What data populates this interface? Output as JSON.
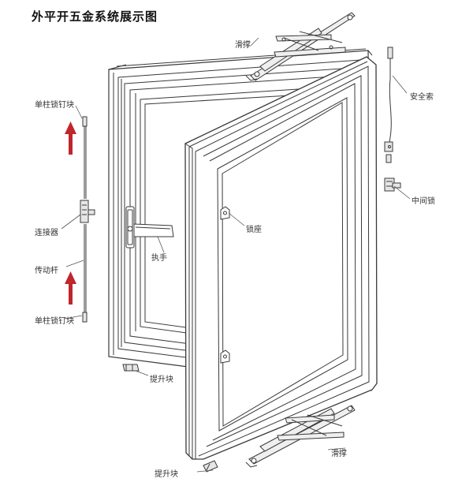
{
  "title": "外平开五金系统展示图",
  "labels": {
    "hua_cheng_top": "滑撑",
    "an_quan_suo": "安全索",
    "zhong_jian_suo": "中间锁",
    "suo_zuo": "锁座",
    "zhi_shou": "执手",
    "ti_sheng_kuai_1": "提升块",
    "ti_sheng_kuai_2": "提升块",
    "hua_cheng_bottom": "滑撑",
    "dan_zhu_top": "单柱锁钉块",
    "lian_jie_qi": "连接器",
    "chuan_dong_gan": "传动杆",
    "dan_zhu_bottom": "单柱锁钉块"
  },
  "colors": {
    "line": "#3a3a3a",
    "arrow": "#c0262c",
    "hardware": "#cfcfcf"
  }
}
